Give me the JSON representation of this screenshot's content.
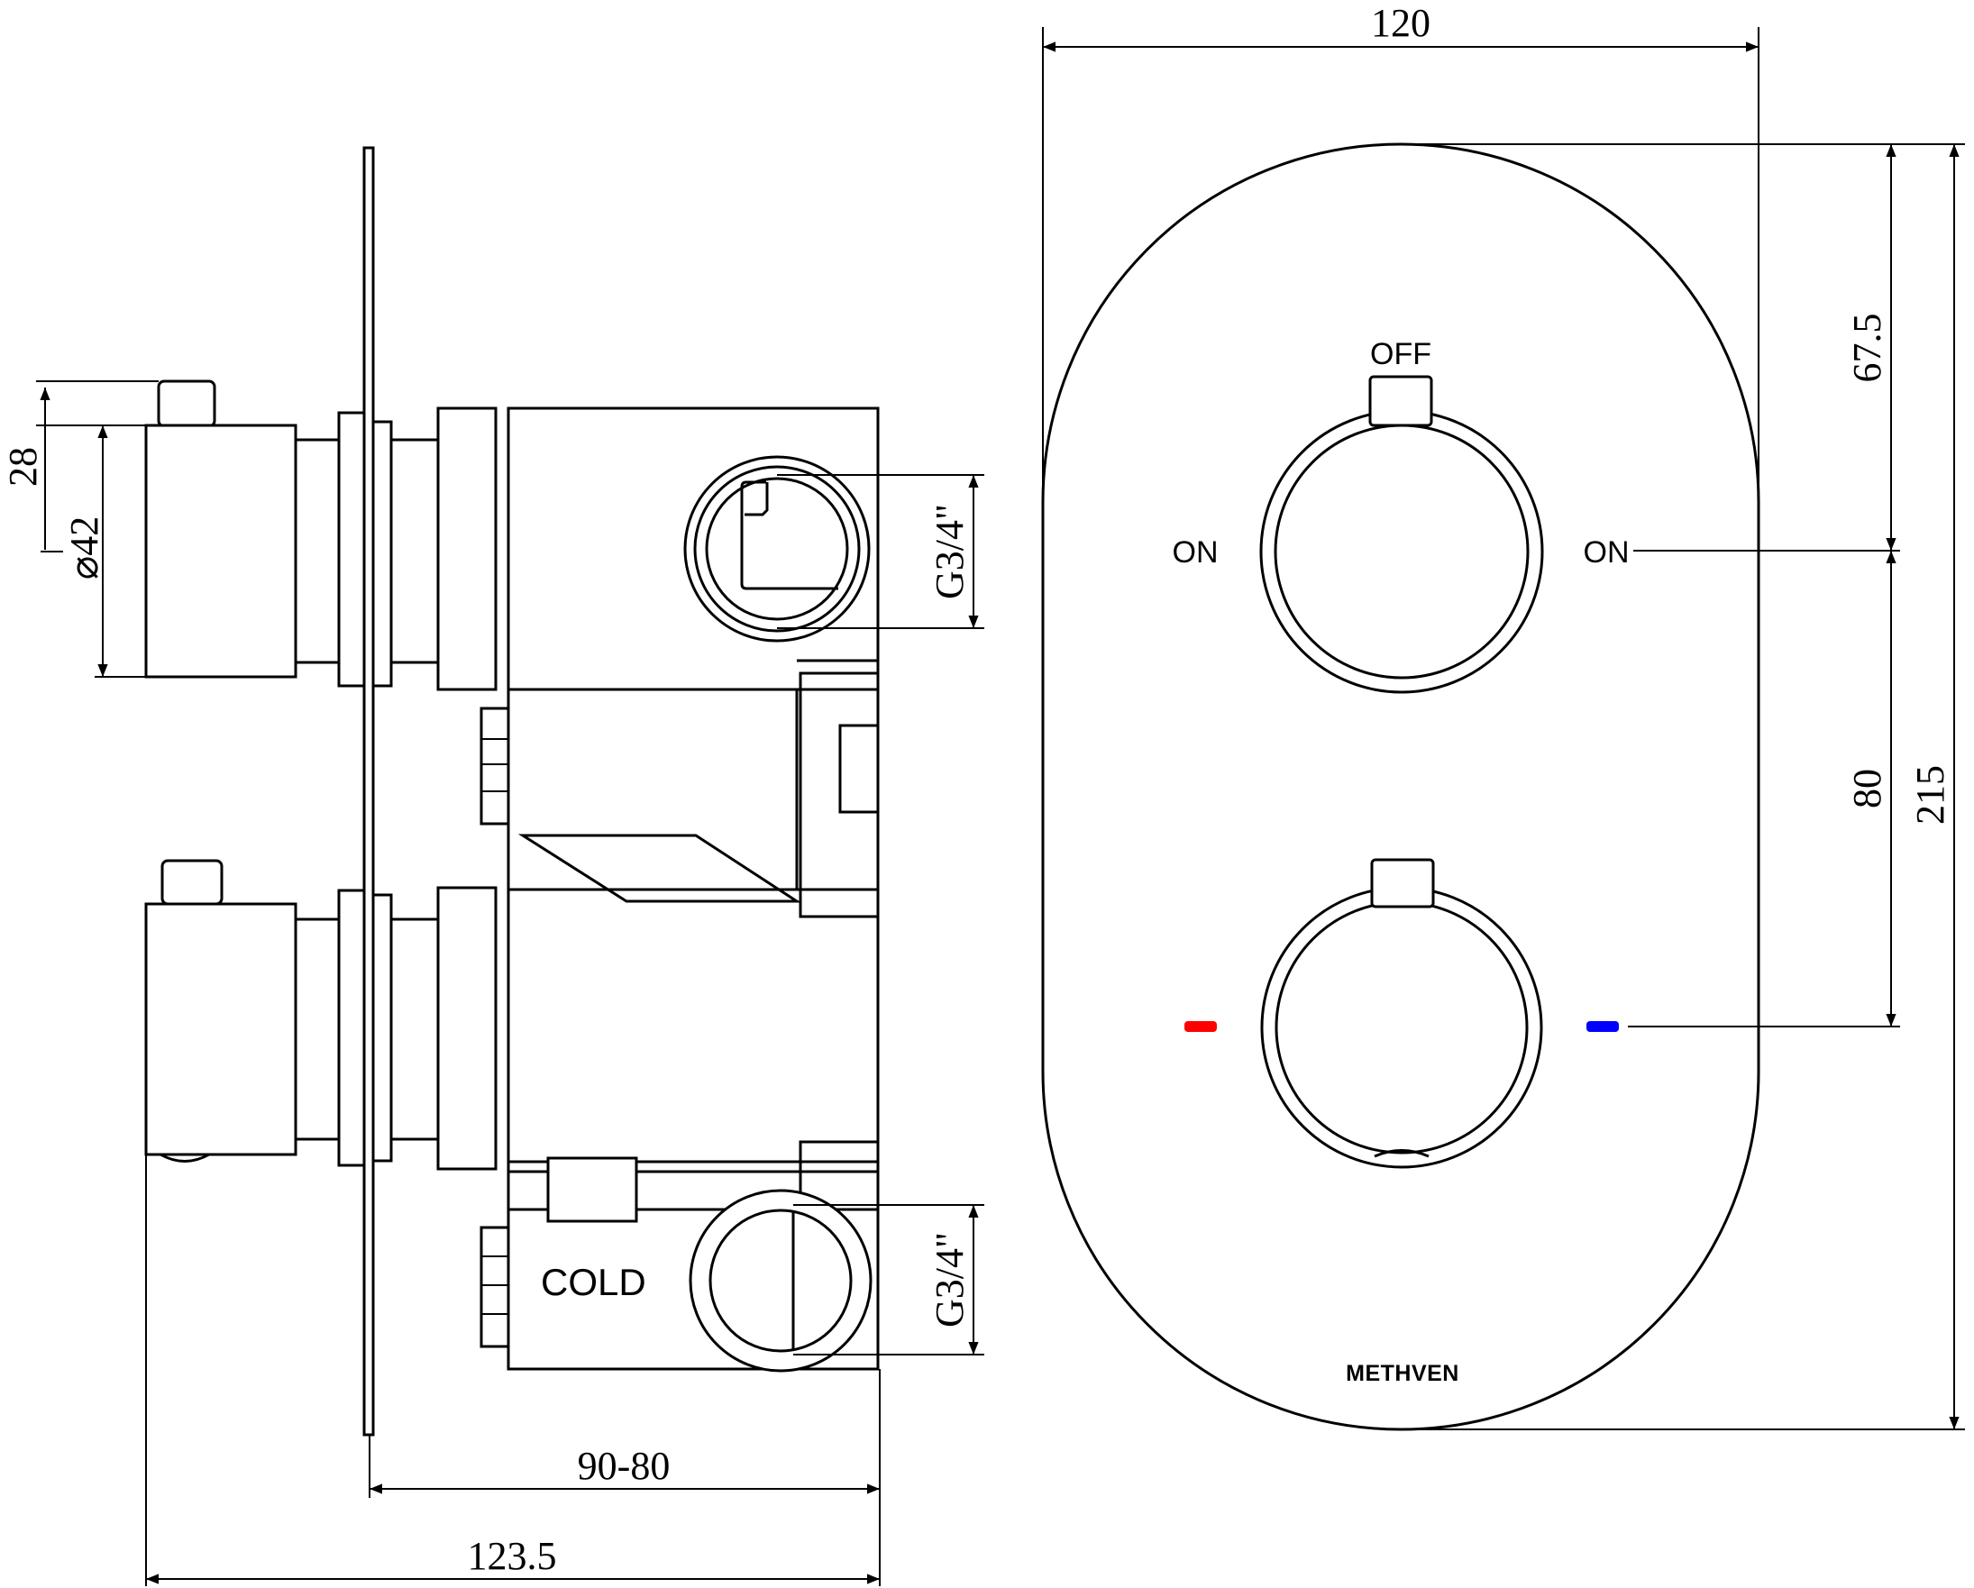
{
  "dimensions": {
    "width_120": "120",
    "height_215": "215",
    "upper_67_5": "67.5",
    "spacing_80": "80",
    "handle_28": "28",
    "diameter_42": "⌀42",
    "depth_90_80": "90-80",
    "depth_123_5": "123.5",
    "outlet_upper": "G3/4\"",
    "outlet_lower": "G3/4\""
  },
  "labels": {
    "off": "OFF",
    "on_left": "ON",
    "on_right": "ON",
    "cold": "COLD",
    "brand": "METHVEN"
  },
  "colors": {
    "line": "#000000",
    "hot_marker": "#ff0000",
    "cold_marker": "#0000ff"
  }
}
